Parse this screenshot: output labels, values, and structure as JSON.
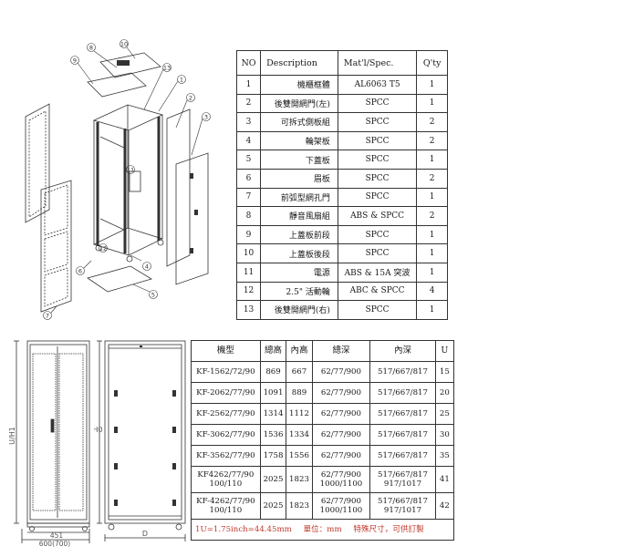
{
  "parts_table": {
    "headers": {
      "no": "NO",
      "description": "Description",
      "material": "Mat'l/Spec.",
      "qty": "Q'ty"
    },
    "rows": [
      {
        "no": "1",
        "description": "機櫃框體",
        "material": "AL6063 T5",
        "qty": "1"
      },
      {
        "no": "2",
        "description": "後雙開網門(左)",
        "material": "SPCC",
        "qty": "1"
      },
      {
        "no": "3",
        "description": "可拆式側板組",
        "material": "SPCC",
        "qty": "2"
      },
      {
        "no": "4",
        "description": "輪架板",
        "material": "SPCC",
        "qty": "2"
      },
      {
        "no": "5",
        "description": "下蓋板",
        "material": "SPCC",
        "qty": "1"
      },
      {
        "no": "6",
        "description": "眉板",
        "material": "SPCC",
        "qty": "2"
      },
      {
        "no": "7",
        "description": "前弧型網孔門",
        "material": "SPCC",
        "qty": "1"
      },
      {
        "no": "8",
        "description": "靜音風扇組",
        "material": "ABS & SPCC",
        "qty": "2"
      },
      {
        "no": "9",
        "description": "上蓋板前段",
        "material": "SPCC",
        "qty": "1"
      },
      {
        "no": "10",
        "description": "上蓋板後段",
        "material": "SPCC",
        "qty": "1"
      },
      {
        "no": "11",
        "description": "電源",
        "material": "ABS & 15A 突波",
        "qty": "1"
      },
      {
        "no": "12",
        "description": "2.5\" 活動輪",
        "material": "ABC & SPCC",
        "qty": "4"
      },
      {
        "no": "13",
        "description": "後雙開網門(右)",
        "material": "SPCC",
        "qty": "1"
      }
    ]
  },
  "model_table": {
    "headers": {
      "model": "機型",
      "total_height": "總高",
      "inner_height": "內高",
      "total_depth": "總深",
      "inner_depth": "內深",
      "u": "U"
    },
    "rows": [
      {
        "model": "KF-1562/72/90",
        "total_height": "869",
        "inner_height": "667",
        "total_depth": "62/77/900",
        "inner_depth": "517/667/817",
        "u": "15"
      },
      {
        "model": "KF-2062/77/90",
        "total_height": "1091",
        "inner_height": "889",
        "total_depth": "62/77/900",
        "inner_depth": "517/667/817",
        "u": "20"
      },
      {
        "model": "KF-2562/77/90",
        "total_height": "1314",
        "inner_height": "1112",
        "total_depth": "62/77/900",
        "inner_depth": "517/667/817",
        "u": "25"
      },
      {
        "model": "KF-3062/77/90",
        "total_height": "1536",
        "inner_height": "1334",
        "total_depth": "62/77/900",
        "inner_depth": "517/667/817",
        "u": "30"
      },
      {
        "model": "KF-3562/77/90",
        "total_height": "1758",
        "inner_height": "1556",
        "total_depth": "62/77/900",
        "inner_depth": "517/667/817",
        "u": "35"
      },
      {
        "model": "KF4262/77/90\n100/110",
        "total_height": "2025",
        "inner_height": "1823",
        "total_depth": "62/77/900\n1000/1100",
        "inner_depth": "517/667/817\n917/1017",
        "u": "41"
      },
      {
        "model": "KF-4262/77/90\n100/110",
        "total_height": "2025",
        "inner_height": "1823",
        "total_depth": "62/77/900\n1000/1100",
        "inner_depth": "517/667/817\n917/1017",
        "u": "42"
      }
    ],
    "footnote": {
      "unit_def": "1U=1.75inch=44.45mm",
      "unit": "單位：mm",
      "custom": "特殊尺寸，可供訂製"
    }
  },
  "exploded_view": {
    "callouts": [
      "1",
      "2",
      "3",
      "4",
      "5",
      "6",
      "7",
      "8",
      "9",
      "10",
      "11",
      "12",
      "13"
    ]
  },
  "dimension_labels": {
    "front_height": "U/H1",
    "side_height": "H0",
    "side_depth": "D",
    "front_width_inner": "451",
    "front_width_outer": "600(700)"
  },
  "colors": {
    "line": "#333333",
    "note_red": "#c0392b"
  }
}
